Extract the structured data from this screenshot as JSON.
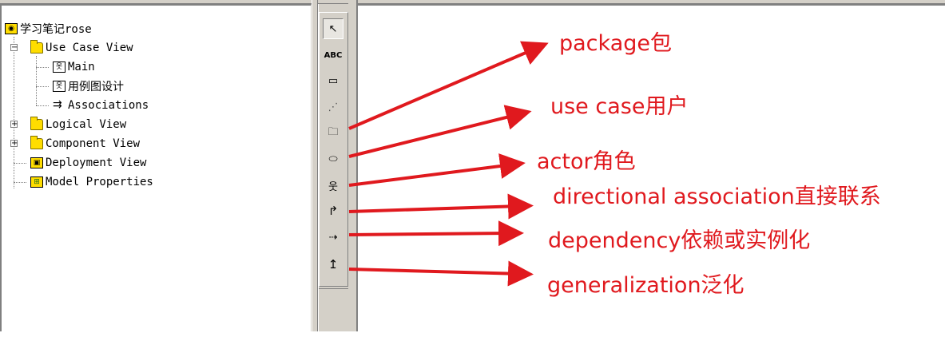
{
  "tree": {
    "root": "学习笔记rose",
    "items": [
      {
        "label": "Use Case View",
        "type": "folder",
        "expander": "−"
      },
      {
        "label": "Main",
        "type": "diagram"
      },
      {
        "label": "用例图设计",
        "type": "diagram"
      },
      {
        "label": "Associations",
        "type": "association"
      },
      {
        "label": "Logical View",
        "type": "folder",
        "expander": "+"
      },
      {
        "label": "Component View",
        "type": "folder",
        "expander": "+"
      },
      {
        "label": "Deployment View",
        "type": "deployment"
      },
      {
        "label": "Model Properties",
        "type": "properties"
      }
    ]
  },
  "toolbar": {
    "tools": [
      {
        "name": "selection",
        "glyph": "↖"
      },
      {
        "name": "text",
        "glyph": "ABC"
      },
      {
        "name": "note",
        "glyph": "▭"
      },
      {
        "name": "anchor",
        "glyph": "⋰"
      },
      {
        "name": "package",
        "glyph": "🗀"
      },
      {
        "name": "use-case",
        "glyph": "⬭"
      },
      {
        "name": "actor",
        "glyph": "웃"
      },
      {
        "name": "directional-association",
        "glyph": "↱"
      },
      {
        "name": "dependency",
        "glyph": "⇢"
      },
      {
        "name": "generalization",
        "glyph": "↥"
      }
    ]
  },
  "annotations": [
    {
      "text": "package包",
      "target": "package"
    },
    {
      "text": "use case用户",
      "target": "use-case"
    },
    {
      "text": "actor角色",
      "target": "actor"
    },
    {
      "text": "directional association直接联系",
      "target": "directional-association"
    },
    {
      "text": "dependency依赖或实例化",
      "target": "dependency"
    },
    {
      "text": "generalization泛化",
      "target": "generalization"
    }
  ],
  "colors": {
    "annotation": "#e0191e",
    "chrome": "#d4d0c8",
    "folder": "#ffdd00"
  }
}
